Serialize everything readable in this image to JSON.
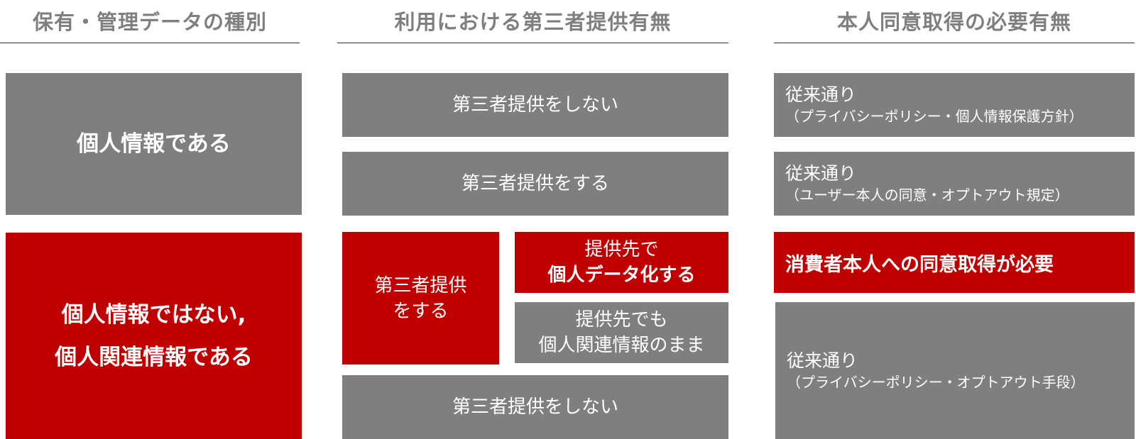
{
  "headers": {
    "col1": "保有・管理データの種別",
    "col2": "利用における第三者提供有無",
    "col3": "本人同意取得の必要有無"
  },
  "colors": {
    "gray": "#7f7f7f",
    "red": "#c00000",
    "header_text": "#7f7f7f",
    "rule": "#2a3038",
    "box_text": "#ffffff"
  },
  "data_type": {
    "personal_info": "個人情報である",
    "not_personal_line1": "個人情報ではない,",
    "not_personal_line2": "個人関連情報である"
  },
  "provision": {
    "pi_no_provide": "第三者提供をしない",
    "pi_provide": "第三者提供をする",
    "rel_provide_line1": "第三者提供",
    "rel_provide_line2": "をする",
    "recipient_personal_line1": "提供先で",
    "recipient_personal_line2": "個人データ化する",
    "recipient_related_line1": "提供先でも",
    "recipient_related_line2": "個人関連情報のまま",
    "rel_no_provide": "第三者提供をしない"
  },
  "consent": {
    "row1_title": "従来通り",
    "row1_note": "（プライバシーポリシー・個人情報保護方針）",
    "row2_title": "従来通り",
    "row2_note": "（ユーザー本人の同意・オプトアウト規定）",
    "row3_title": "消費者本人への同意取得が必要",
    "row4_title": "従来通り",
    "row4_note": "（プライバシーポリシー・オプトアウト手段）"
  }
}
